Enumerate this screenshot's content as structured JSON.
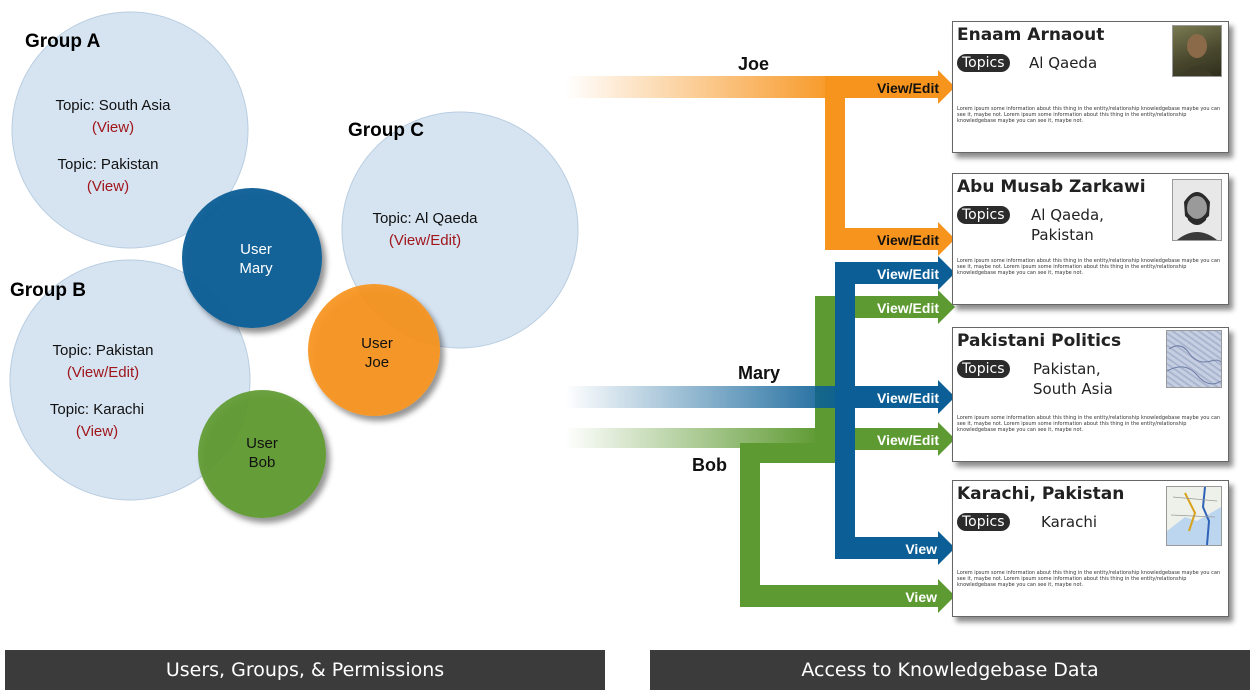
{
  "left_panel": {
    "groups": [
      {
        "name": "Group A",
        "topics": [
          {
            "topic": "Topic: South Asia",
            "perm": "(View)"
          },
          {
            "topic": "Topic: Pakistan",
            "perm": "(View)"
          }
        ]
      },
      {
        "name": "Group B",
        "topics": [
          {
            "topic": "Topic: Pakistan",
            "perm": "(View/Edit)"
          },
          {
            "topic": "Topic: Karachi",
            "perm": "(View)"
          }
        ]
      },
      {
        "name": "Group C",
        "topics": [
          {
            "topic": "Topic: Al Qaeda",
            "perm": "(View/Edit)"
          }
        ]
      }
    ],
    "users": [
      {
        "line1": "User",
        "line2": "Mary"
      },
      {
        "line1": "User",
        "line2": "Joe"
      },
      {
        "line1": "User",
        "line2": "Bob"
      }
    ],
    "footer": "Users, Groups, & Permissions"
  },
  "right_panel": {
    "flows": {
      "joe": {
        "label": "Joe",
        "arrows": [
          "View/Edit",
          "View/Edit"
        ]
      },
      "mary": {
        "label": "Mary",
        "arrows": [
          "View/Edit",
          "View/Edit",
          "View"
        ]
      },
      "bob": {
        "label": "Bob",
        "arrows": [
          "View/Edit",
          "View/Edit",
          "View"
        ]
      }
    },
    "cards": [
      {
        "title": "Enaam Arnaout",
        "topics_label": "Topics",
        "topics": "Al Qaeda",
        "thumb": "portrait-photo"
      },
      {
        "title": "Abu Musab Zarkawi",
        "topics_label": "Topics",
        "topics": "Al Qaeda,\nPakistan",
        "thumb": "portrait-photo"
      },
      {
        "title": "Pakistani Politics",
        "topics_label": "Topics",
        "topics": "Pakistan,\nSouth Asia",
        "thumb": "map-thumbnail"
      },
      {
        "title": "Karachi, Pakistan",
        "topics_label": "Topics",
        "topics": "Karachi",
        "thumb": "map-thumbnail"
      }
    ],
    "lorem": "Lorem ipsum some information about this thing in the entity/relationship knowledgebase maybe you can see it, maybe not. Lorem ipsum some information about this thing in the entity/relationship knowledgebase maybe you can see it, maybe not.",
    "footer": "Access to Knowledgebase Data"
  },
  "colors": {
    "group_circle": "#d6e4f2",
    "mary": "#0b5f96",
    "joe": "#f7941d",
    "bob": "#5e9a32",
    "perm_red": "#a0161b",
    "footer_bg": "#3b3b3b"
  }
}
